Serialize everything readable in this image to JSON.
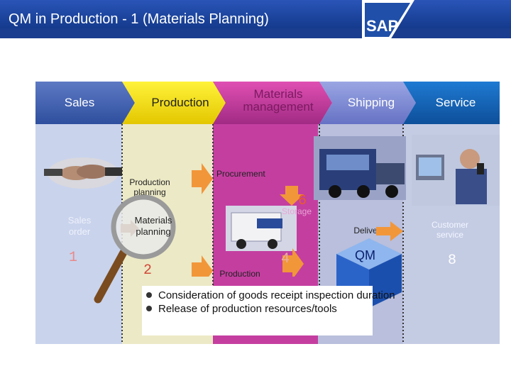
{
  "header": {
    "title": "QM in Production - 1 (Materials Planning)",
    "logo_text": "SAP"
  },
  "process_bar": [
    {
      "label": "Sales"
    },
    {
      "label": "Production"
    },
    {
      "label": "Materials management"
    },
    {
      "label": "Shipping"
    },
    {
      "label": "Service"
    }
  ],
  "steps": {
    "sales_order": "Sales order",
    "production_planning": "Production planning",
    "materials_planning": "Materials planning",
    "procurement": "Procurement",
    "storage": "Storage",
    "delivery": "Delivery",
    "production": "Production",
    "customer_service": "Customer service",
    "qm": "QM"
  },
  "step_numbers": {
    "n1": "1",
    "n2": "2",
    "n4": "4",
    "n6": "6",
    "n8": "8"
  },
  "bullets": [
    "Consideration of goods receipt inspection duration",
    "Release of production resources/tools"
  ]
}
